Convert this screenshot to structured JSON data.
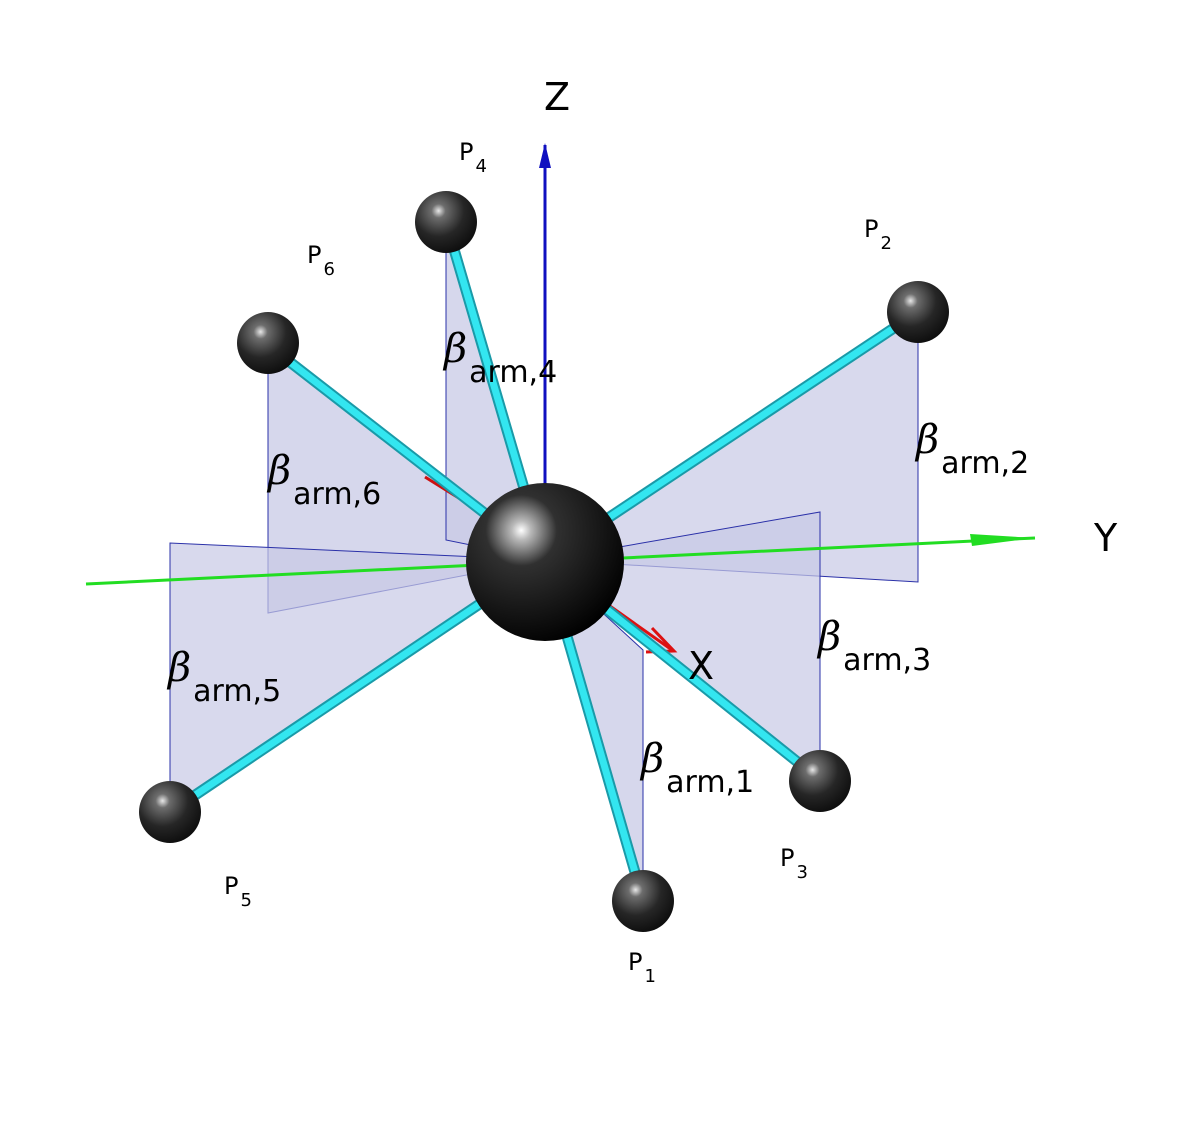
{
  "axes": {
    "z_label": "Z",
    "y_label": "Y",
    "x_label": "X"
  },
  "points": [
    {
      "id": "1",
      "prefix": "P",
      "sub": "1"
    },
    {
      "id": "2",
      "prefix": "P",
      "sub": "2"
    },
    {
      "id": "3",
      "prefix": "P",
      "sub": "3"
    },
    {
      "id": "4",
      "prefix": "P",
      "sub": "4"
    },
    {
      "id": "5",
      "prefix": "P",
      "sub": "5"
    },
    {
      "id": "6",
      "prefix": "P",
      "sub": "6"
    }
  ],
  "angles": [
    {
      "symbol": "β",
      "sub": "arm,1"
    },
    {
      "symbol": "β",
      "sub": "arm,2"
    },
    {
      "symbol": "β",
      "sub": "arm,3"
    },
    {
      "symbol": "β",
      "sub": "arm,4"
    },
    {
      "symbol": "β",
      "sub": "arm,5"
    },
    {
      "symbol": "β",
      "sub": "arm,6"
    }
  ],
  "colors": {
    "arm": "#33e6f0",
    "arm_edge": "#1a9aa8",
    "plane_fill": "#c8c9e6",
    "plane_edge": "#2a30a8",
    "z_axis": "#1010c0",
    "y_axis": "#22dd22",
    "x_axis": "#dd1111",
    "sphere": "#111111"
  }
}
